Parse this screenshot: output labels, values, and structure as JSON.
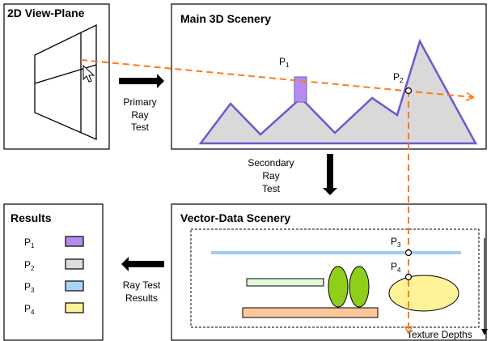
{
  "panels": {
    "view_plane": {
      "title": "2D View-Plane"
    },
    "main_scenery": {
      "title": "Main 3D Scenery"
    },
    "results": {
      "title": "Results"
    },
    "vector_scenery": {
      "title": "Vector-Data Scenery"
    }
  },
  "arrows": {
    "primary": [
      "Primary",
      "Ray",
      "Test"
    ],
    "secondary": [
      "Secondary",
      "Ray",
      "Test"
    ],
    "results": [
      "Ray Test",
      "Results"
    ]
  },
  "points": {
    "p1": {
      "base": "P",
      "sub": "1"
    },
    "p2": {
      "base": "P",
      "sub": "2"
    },
    "p3": {
      "base": "P",
      "sub": "3"
    },
    "p4": {
      "base": "P",
      "sub": "4"
    }
  },
  "legend": [
    {
      "base": "P",
      "sub": "1",
      "color": "#b48cf0"
    },
    {
      "base": "P",
      "sub": "2",
      "color": "#dcdcdc"
    },
    {
      "base": "P",
      "sub": "3",
      "color": "#a9d4f5"
    },
    {
      "base": "P",
      "sub": "4",
      "color": "#fff39a"
    }
  ],
  "texture_depths_label": "Texture Depths",
  "colors": {
    "ray": "#ff7a1a",
    "terrain_fill": "#d9d9d9",
    "terrain_stroke": "#6a5acd",
    "building": "#b48cf0",
    "road": "#9fcdf2",
    "green_rect": "#e3f7d9",
    "green_blob": "#8fce1a",
    "orange_rect": "#ffc79a",
    "yellow_ellipse": "#fff39a"
  }
}
